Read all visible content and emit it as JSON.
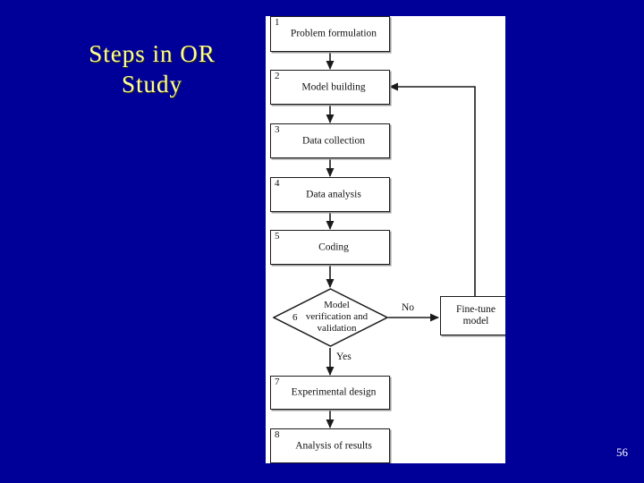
{
  "slide": {
    "title": "Steps in OR\nStudy",
    "title_line1": "Steps in OR",
    "title_line2": "Study",
    "page_number": "56",
    "background_color": "#000099",
    "title_color": "#ffff99",
    "panel_background": "#ffffff"
  },
  "flowchart": {
    "nodes": [
      {
        "num": "1",
        "label": "Problem formulation",
        "shape": "process"
      },
      {
        "num": "2",
        "label": "Model building",
        "shape": "process"
      },
      {
        "num": "3",
        "label": "Data collection",
        "shape": "process"
      },
      {
        "num": "4",
        "label": "Data analysis",
        "shape": "process"
      },
      {
        "num": "5",
        "label": "Coding",
        "shape": "process"
      },
      {
        "num": "6",
        "label": "Model\nverification and\nvalidation",
        "shape": "decision"
      },
      {
        "num": "7",
        "label": "Experimental design",
        "shape": "process"
      },
      {
        "num": "8",
        "label": "Analysis of results",
        "shape": "process"
      }
    ],
    "decision": {
      "num": "6",
      "line1": "Model",
      "line2": "verification and",
      "line3": "validation",
      "branch_no": "No",
      "branch_yes": "Yes"
    },
    "side_node": {
      "line1": "Fine-tune",
      "line2": "model"
    },
    "line_color": "#1a1a1a",
    "box_shadow_color": "#9a9a9a"
  }
}
